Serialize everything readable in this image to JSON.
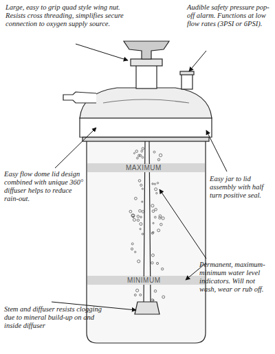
{
  "diagram": {
    "labels": [
      "Large, easy to grip quad style wing nut. Resists cross threading, simplifies secure connection to oxygen supply source.",
      "Audible safety pressure pop-off alarm. Functions at low flow rates (3PSI or 6PSI).",
      "Easy flow dome lid design combined with unique 360° diffuser helps to reduce rain-out.",
      "Easy jar to lid assembly with half turn positive seal.",
      "MAXIMUM",
      "MINIMUM",
      "Permanent, maximum-minimum water level indicators. Will not wash, wear or rub off.",
      "Stem and diffuser resists clogging due to mineral build-up on and inside diffuser"
    ]
  }
}
